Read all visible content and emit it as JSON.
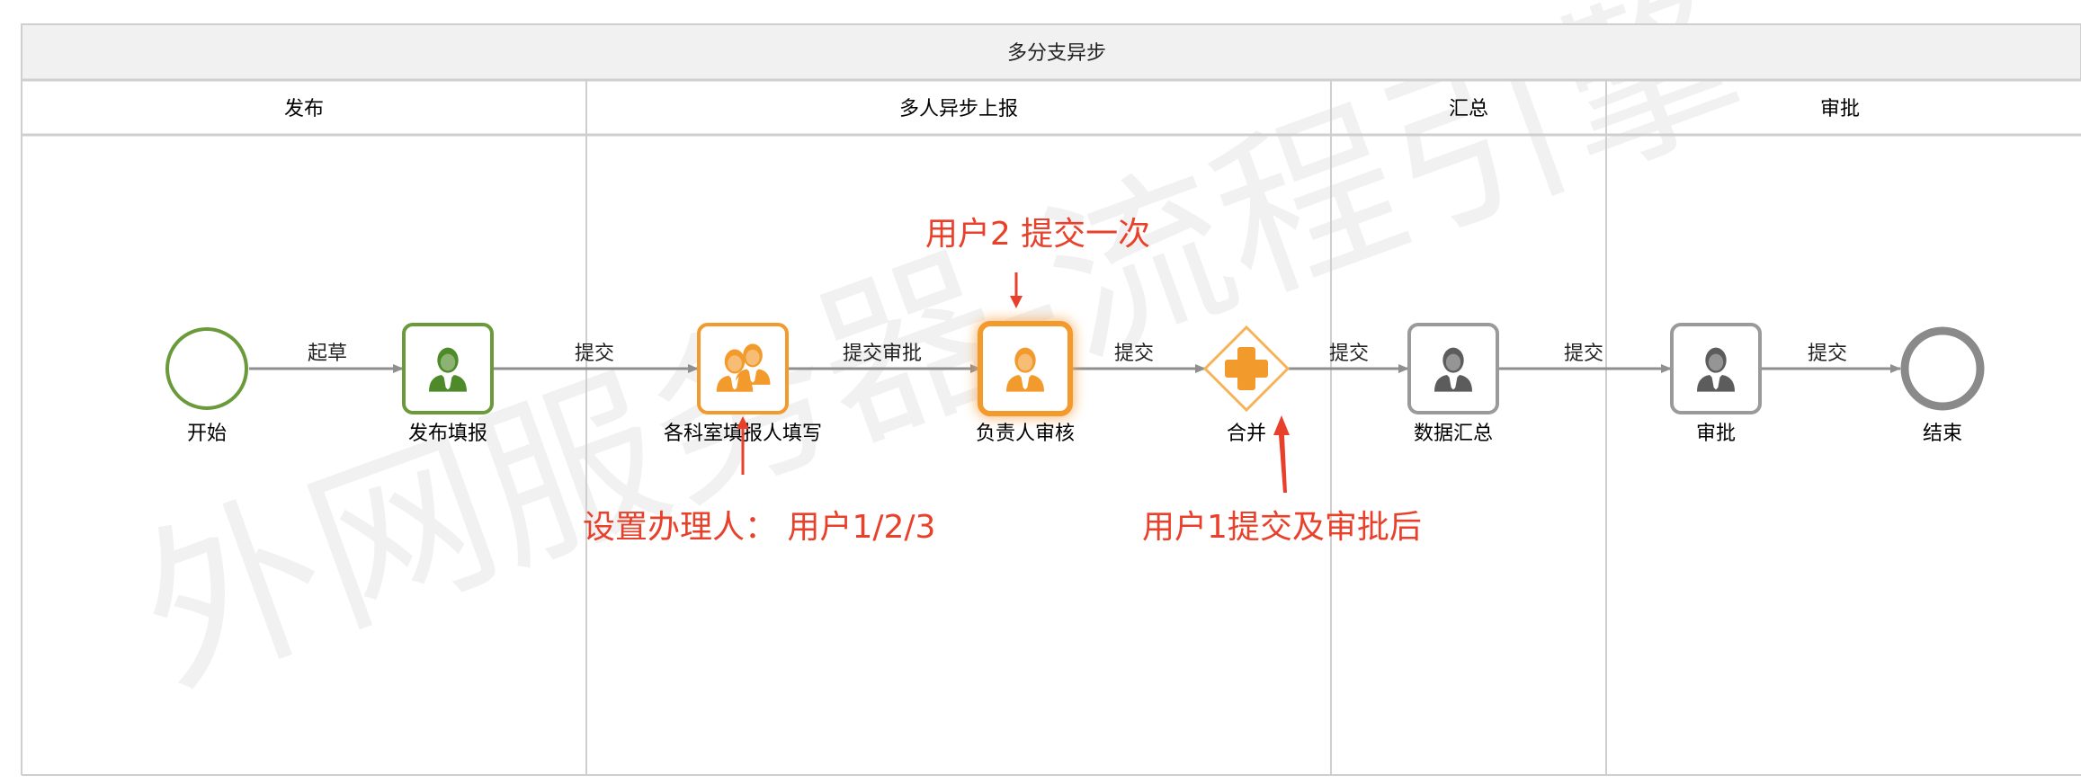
{
  "pool": {
    "title": "多分支异步"
  },
  "lanes": [
    {
      "name": "发布"
    },
    {
      "name": "多人异步上报"
    },
    {
      "name": "汇总"
    },
    {
      "name": "审批"
    }
  ],
  "nodes": {
    "start": {
      "label": "开始"
    },
    "publish": {
      "label": "发布填报"
    },
    "dept_fill": {
      "label": "各科室填报人填写"
    },
    "lead_review": {
      "label": "负责人审核"
    },
    "merge": {
      "label": "合并"
    },
    "summary": {
      "label": "数据汇总"
    },
    "approval": {
      "label": "审批"
    },
    "end": {
      "label": "结束"
    }
  },
  "flows": {
    "f1": "起草",
    "f2": "提交",
    "f3": "提交审批",
    "f4": "提交",
    "f5": "提交",
    "f6": "提交",
    "f7": "提交"
  },
  "annotations": {
    "user2": "用户2 提交一次",
    "assignee": "设置办理人：  用户1/2/3",
    "user1": "用户1提交及审批后"
  },
  "watermark": "外网服务器-流程引擎",
  "colors": {
    "green": "#6a9a3a",
    "orange": "#f39a2c",
    "gray": "#8a8a8a",
    "annotation": "#e8402a"
  }
}
